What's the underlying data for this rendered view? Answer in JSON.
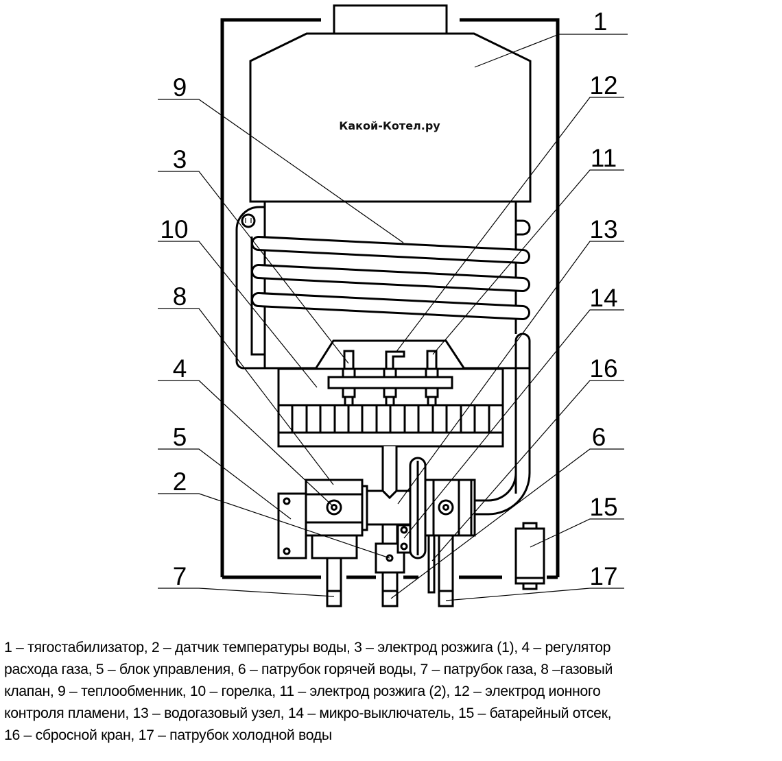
{
  "watermark": "Какой-Котел.ру",
  "labels": {
    "l1": "1",
    "l2": "2",
    "l3": "3",
    "l4": "4",
    "l5": "5",
    "l6": "6",
    "l7": "7",
    "l8": "8",
    "l9": "9",
    "l10": "10",
    "l11": "11",
    "l12": "12",
    "l13": "13",
    "l14": "14",
    "l15": "15",
    "l16": "16",
    "l17": "17"
  },
  "caption": [
    "1 – тягостабилизатор, 2 – датчик температуры воды, 3 – электрод розжига (1), 4 – регулятор",
    "расхода газа, 5 – блок управления, 6 – патрубок горячей воды, 7 – патрубок газа, 8 –газовый",
    "клапан, 9 – теплообменник, 10 – горелка, 11 – электрод розжига (2), 12 – электрод ионного",
    "контроля пламени, 13 – водогазовый узел, 14 – микро-выключатель, 15 – батарейный отсек,",
    "16 – сбросной кран, 17 – патрубок холодной воды"
  ]
}
